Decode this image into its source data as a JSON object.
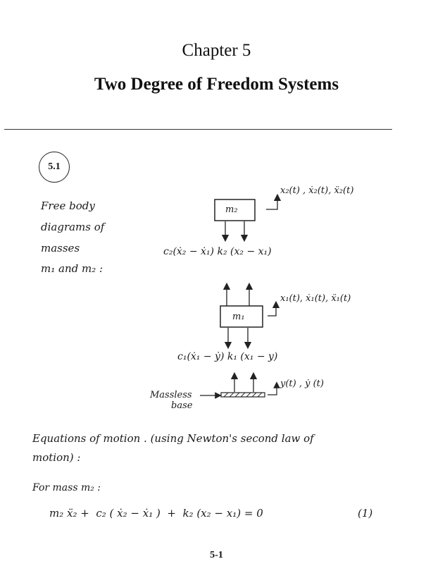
{
  "chapter": {
    "title": "Chapter 5",
    "subtitle": "Two Degree of Freedom Systems"
  },
  "problem": {
    "number": "5.1"
  },
  "fbd": {
    "caption_lines": [
      "Free body",
      "diagrams of",
      "masses",
      "m₁ and m₂ :"
    ],
    "mass2": {
      "label": "m₂",
      "motion": "x₂(t) , ẋ₂(t), ẍ₂(t)",
      "forces": "c₂(ẋ₂ − ẋ₁)   k₂ (x₂ − x₁)"
    },
    "mass1": {
      "label": "m₁",
      "motion": "x₁(t), ẋ₁(t), ẍ₁(t)",
      "forces": "c₁(ẋ₁ − ẏ)   k₁ (x₁ − y)"
    },
    "base": {
      "label_line1": "Massless",
      "label_line2": "base",
      "motion": "y(t) , ẏ (t)"
    }
  },
  "equations": {
    "intro_line1": "Equations of motion . (using Newton's second law of",
    "intro_line2": "motion) :",
    "mass2_heading": "For mass m₂ :",
    "eq1": "m₂ ẍ₂ +  c₂ ( ẋ₂ − ẋ₁ )  +  k₂ (x₂ − x₁) = 0",
    "eq1_number": "(1)"
  },
  "page_number": "5-1"
}
